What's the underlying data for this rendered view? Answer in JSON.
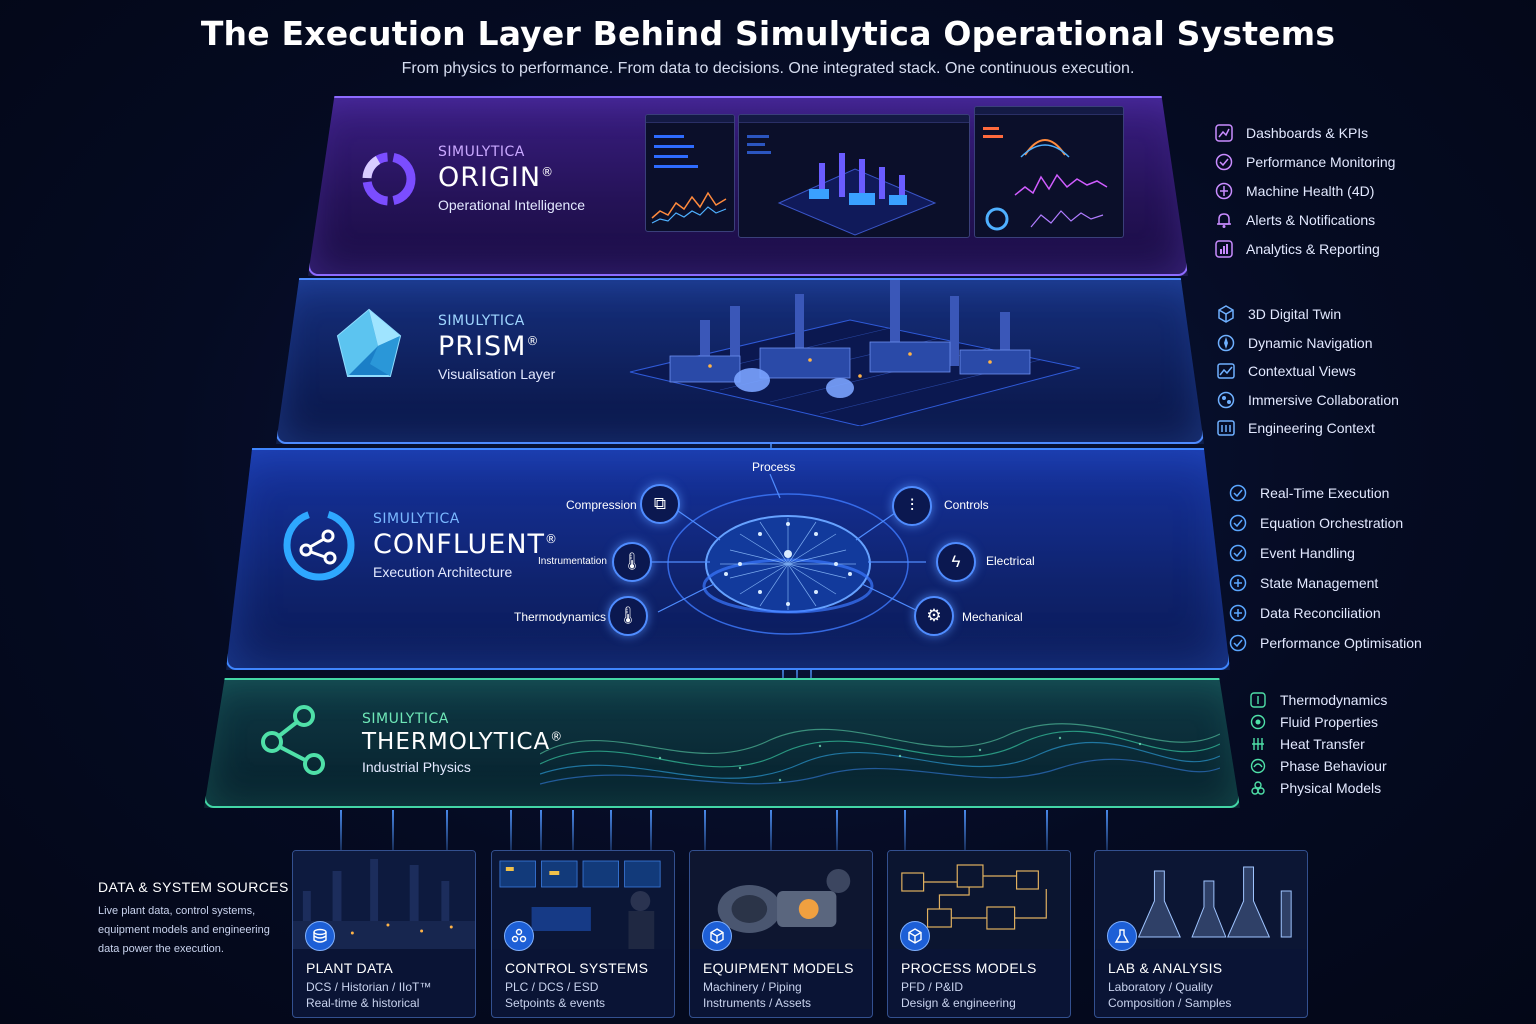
{
  "header": {
    "title": "The Execution Layer Behind Simulytica Operational Systems",
    "subtitle": "From physics to performance. From data to decisions. One integrated stack. One continuous execution."
  },
  "colors": {
    "origin": "#8d6bff",
    "prism": "#4d8bff",
    "confluent": "#3f86ff",
    "thermolytica": "#43d6a6"
  },
  "layers": {
    "origin": {
      "brand": "SIMULYTICA",
      "name": "ORIGIN",
      "reg": "®",
      "description": "Operational Intelligence"
    },
    "prism": {
      "brand": "SIMULYTICA",
      "name": "PRISM",
      "reg": "®",
      "description": "Visualisation Layer"
    },
    "confluent": {
      "brand": "SIMULYTICA",
      "name": "CONFLUENT",
      "reg": "®",
      "description": "Execution Architecture"
    },
    "thermolytica": {
      "brand": "SIMULYTICA",
      "name": "THERMOLYTICA",
      "reg": "®",
      "description": "Industrial Physics"
    }
  },
  "features": {
    "origin": [
      {
        "label": "Dashboards & KPIs",
        "icon": "dashboard-icon"
      },
      {
        "label": "Performance Monitoring",
        "icon": "check-circle-icon"
      },
      {
        "label": "Machine Health (4D)",
        "icon": "health-icon"
      },
      {
        "label": "Alerts & Notifications",
        "icon": "bell-icon"
      },
      {
        "label": "Analytics & Reporting",
        "icon": "report-icon"
      }
    ],
    "prism": [
      {
        "label": "3D Digital Twin",
        "icon": "cube-icon"
      },
      {
        "label": "Dynamic Navigation",
        "icon": "compass-icon"
      },
      {
        "label": "Contextual Views",
        "icon": "view-icon"
      },
      {
        "label": "Immersive Collaboration",
        "icon": "collaboration-icon"
      },
      {
        "label": "Engineering Context",
        "icon": "blueprint-icon"
      }
    ],
    "confluent": [
      {
        "label": "Real-Time Execution",
        "icon": "check-circle-icon"
      },
      {
        "label": "Equation Orchestration",
        "icon": "check-circle-icon"
      },
      {
        "label": "Event Handling",
        "icon": "check-circle-icon"
      },
      {
        "label": "State Management",
        "icon": "plus-circle-icon"
      },
      {
        "label": "Data Reconciliation",
        "icon": "plus-circle-icon"
      },
      {
        "label": "Performance Optimisation",
        "icon": "check-circle-icon"
      }
    ],
    "thermolytica": [
      {
        "label": "Thermodynamics",
        "icon": "thermo-icon"
      },
      {
        "label": "Fluid Properties",
        "icon": "fluid-icon"
      },
      {
        "label": "Heat Transfer",
        "icon": "heat-icon"
      },
      {
        "label": "Phase Behaviour",
        "icon": "phase-icon"
      },
      {
        "label": "Physical Models",
        "icon": "model-icon"
      }
    ]
  },
  "hub": {
    "process": "Process",
    "compression": "Compression",
    "instrumentation": "Instrumentation",
    "thermodynamics": "Thermodynamics",
    "controls": "Controls",
    "electrical": "Electrical",
    "mechanical": "Mechanical"
  },
  "sources": {
    "title": "DATA & SYSTEM SOURCES",
    "description": "Live plant data, control systems, equipment models and engineering data power the execution.",
    "cards": [
      {
        "name": "PLANT DATA",
        "line1": "DCS / Historian / IIoT™",
        "line2": "Real-time & historical",
        "icon": "database-icon"
      },
      {
        "name": "CONTROL SYSTEMS",
        "line1": "PLC / DCS / ESD",
        "line2": "Setpoints & events",
        "icon": "network-icon"
      },
      {
        "name": "EQUIPMENT MODELS",
        "line1": "Machinery / Piping",
        "line2": "Instruments / Assets",
        "icon": "cube-icon"
      },
      {
        "name": "PROCESS MODELS",
        "line1": "PFD / P&ID",
        "line2": "Design & engineering",
        "icon": "cube-icon"
      },
      {
        "name": "LAB & ANALYSIS",
        "line1": "Laboratory / Quality",
        "line2": "Composition / Samples",
        "icon": "flask-icon"
      }
    ]
  }
}
